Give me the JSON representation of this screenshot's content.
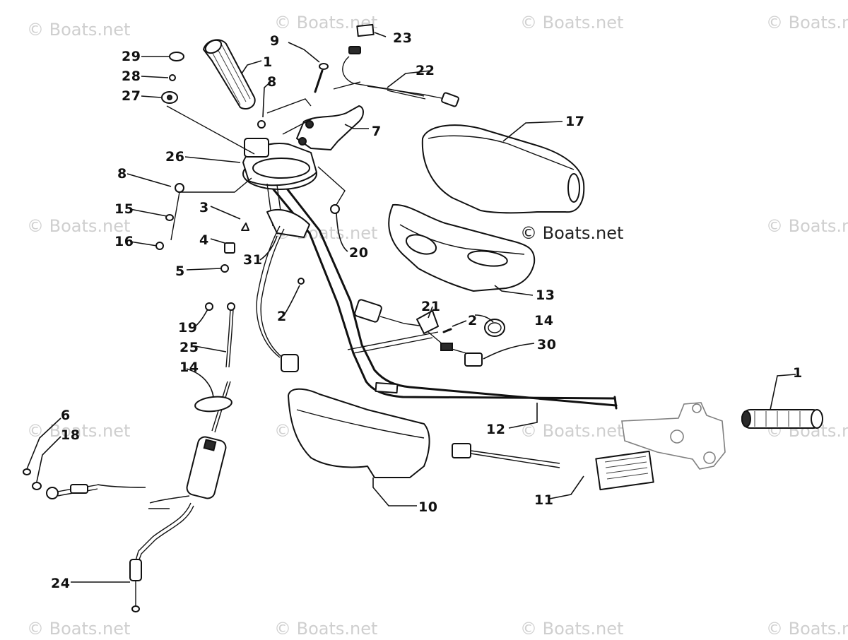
{
  "watermark_text": "© Boats.net",
  "callouts": {
    "c1a": "1",
    "c1b": "1",
    "c2a": "2",
    "c2b": "2",
    "c3": "3",
    "c4": "4",
    "c5": "5",
    "c6": "6",
    "c7": "7",
    "c8a": "8",
    "c8b": "8",
    "c9": "9",
    "c10": "10",
    "c11": "11",
    "c12": "12",
    "c13": "13",
    "c14a": "14",
    "c14b": "14",
    "c15": "15",
    "c16": "16",
    "c17": "17",
    "c18": "18",
    "c19": "19",
    "c20": "20",
    "c21": "21",
    "c22": "22",
    "c23": "23",
    "c24": "24",
    "c25": "25",
    "c26": "26",
    "c27": "27",
    "c28": "28",
    "c29": "29",
    "c30": "30",
    "c31": "31"
  }
}
